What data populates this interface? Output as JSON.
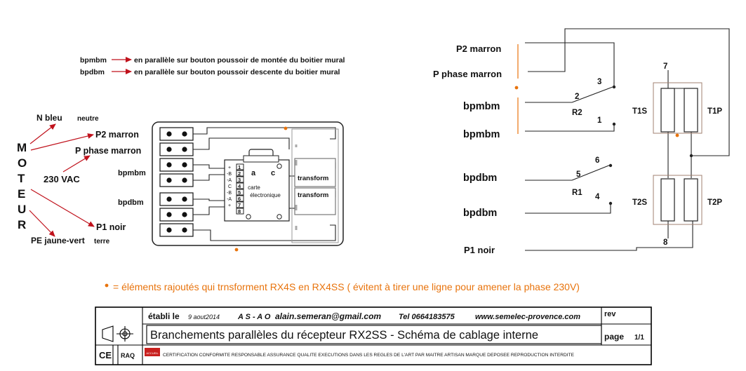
{
  "legend": {
    "line1_code": "bpmbm",
    "line1_text": "en parallèle sur bouton poussoir de montée du boitier mural",
    "line2_code": "bpdbm",
    "line2_text": "en parallèle sur bouton poussoir descente du boitier mural"
  },
  "motor": {
    "letters": [
      "M",
      "O",
      "T",
      "E",
      "U",
      "R"
    ],
    "n_label": "N  bleu",
    "n_sub": "neutre",
    "p2_label": "P2 marron",
    "pphase_label": "P phase marron",
    "vac_label": "230 VAC",
    "bpmbm_label": "bpmbm",
    "bpdbm_label": "bpdbm",
    "p1_label": "P1 noir",
    "pe_label": "PE jaune-vert",
    "pe_sub": "terre"
  },
  "board": {
    "carte_line1": "carte",
    "carte_line2": "électronique",
    "transform1": "transform",
    "transform2": "transform",
    "label_a": "a",
    "label_c": "c",
    "pin_numbers": [
      "1",
      "2",
      "3",
      "4",
      "5",
      "6",
      "7",
      "8"
    ],
    "pin_signs": [
      "+",
      "-B",
      "-A",
      "C",
      "-B",
      "-A",
      "+",
      ""
    ]
  },
  "schematic": {
    "p2": "P2  marron",
    "pphase": "P phase  marron",
    "bpmbm1": "bpmbm",
    "bpmbm2": "bpmbm",
    "bpdbm1": "bpdbm",
    "bpdbm2": "bpdbm",
    "p1": "P1   noir",
    "r2": "R2",
    "r1": "R1",
    "n1": "1",
    "n2": "2",
    "n3": "3",
    "n4": "4",
    "n5": "5",
    "n6": "6",
    "n7": "7",
    "n8": "8",
    "t1s": "T1S",
    "t1p": "T1P",
    "t2s": "T2S",
    "t2p": "T2P"
  },
  "note": {
    "text": "= éléments rajoutés qui trnsforment RX4S en RX4SS ( évitent à tirer une ligne pour amener la phase 230V)"
  },
  "titleblock": {
    "etabli_label": "établi le",
    "date": "9 aout2014",
    "initials": "A S - A O",
    "email": "alain.semeran@gmail.com",
    "tel": "Tel 0664183575",
    "website": "www.semelec-provence.com",
    "rev_label": "rev",
    "title": "Branchements parallèles du récepteur RX2SS - Schéma de cablage interne",
    "page_label": "page",
    "page_value": "1/1",
    "ce_mark": "CE",
    "raq_mark": "RAQ",
    "stamp_text": "ACCUEIL",
    "certification": "CERTIFICATION CONFORMITE RESPONSABLE ASSURANCE QUALITE  EXECUTIONS DANS LES REGLES DE L'ART PAR MAITRE ARTISAN  MARQUE DEPOSEE  REPRODUCTION INTERDITE"
  },
  "colors": {
    "arrow_red": "#c0121c",
    "orange_dot": "#e8730c",
    "wire": "#222222",
    "stamp_red": "#c8201e"
  }
}
